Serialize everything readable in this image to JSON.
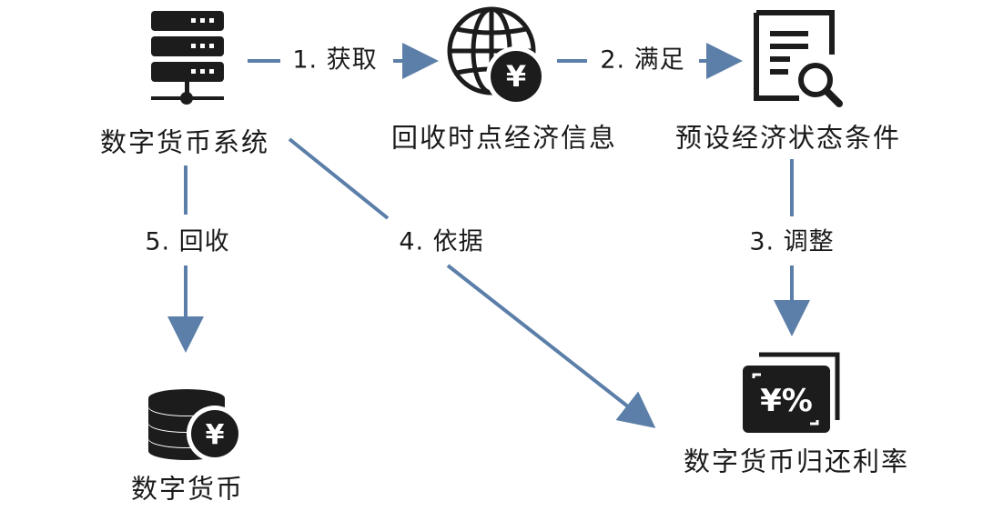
{
  "nodes": {
    "system": "数字货币系统",
    "economic_info": "回收时点经济信息",
    "preset_conditions": "预设经济状态条件",
    "currency": "数字货币",
    "return_rate": "数字货币归还利率"
  },
  "steps": {
    "s1": "1. 获取",
    "s2": "2. 满足",
    "s3": "3. 调整",
    "s4": "4. 依据",
    "s5": "5. 回收"
  },
  "icon_text": {
    "yen": "¥",
    "rate": "¥%"
  },
  "colors": {
    "arrow": "#5b7fa8",
    "icon": "#1c1c1c"
  }
}
